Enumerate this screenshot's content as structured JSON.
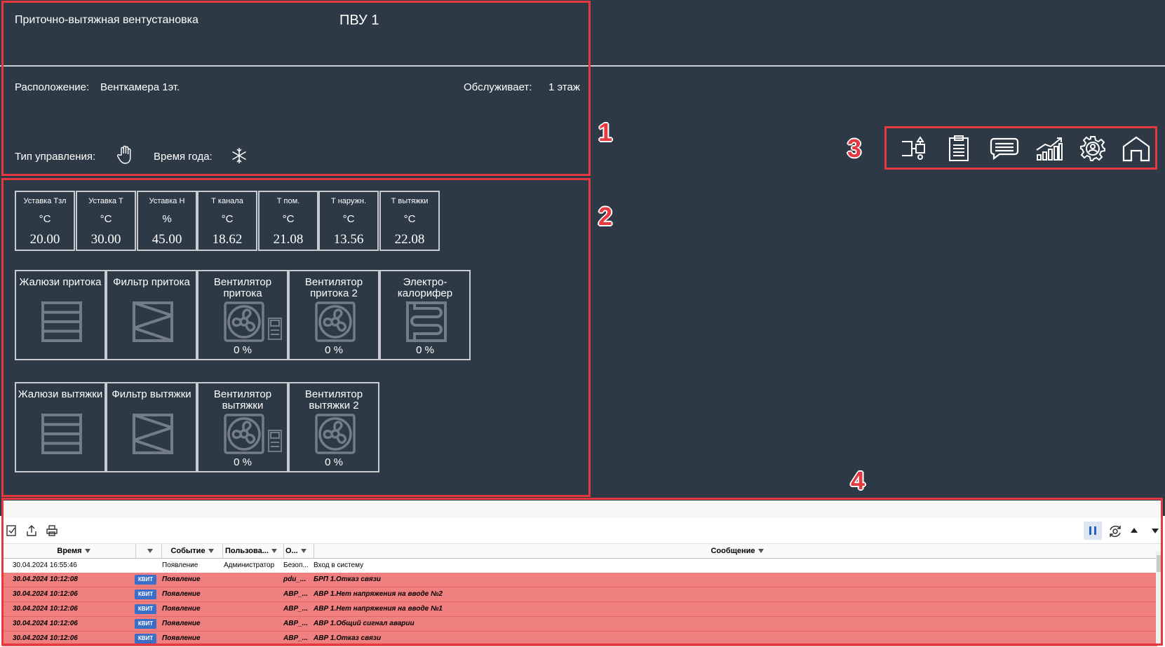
{
  "header": {
    "title": "Приточно-вытяжная вентустановка",
    "unit": "ПВУ 1",
    "location_label": "Расположение:",
    "location_value": "Венткамера 1эт.",
    "serves_label": "Обслуживает:",
    "serves_value": "1 этаж",
    "control_type_label": "Тип управления:",
    "control_type_icon": "hand-icon",
    "season_label": "Время года:",
    "season_icon": "snowflake-icon"
  },
  "markers": [
    "1",
    "2",
    "3",
    "4"
  ],
  "params": [
    {
      "label": "Уставка Тзл",
      "unit": "°C",
      "value": "20.00"
    },
    {
      "label": "Уставка Т",
      "unit": "°C",
      "value": "30.00"
    },
    {
      "label": "Уставка Н",
      "unit": "%",
      "value": "45.00"
    },
    {
      "label": "Т канала",
      "unit": "°C",
      "value": "18.62"
    },
    {
      "label": "Т пом.",
      "unit": "°C",
      "value": "21.08"
    },
    {
      "label": "Т наружн.",
      "unit": "°C",
      "value": "13.56"
    },
    {
      "label": "Т вытяжки",
      "unit": "°C",
      "value": "22.08"
    }
  ],
  "supply": [
    {
      "name": "Жалюзи притока",
      "icon": "damper-icon"
    },
    {
      "name": "Фильтр притока",
      "icon": "filter-icon"
    },
    {
      "name": "Вентилятор притока",
      "icon": "fan-icon",
      "value": "0 %"
    },
    {
      "name": "Вентилятор притока 2",
      "icon": "fan-icon",
      "value": "0 %"
    },
    {
      "name": "Электро-калорифер",
      "icon": "heater-icon",
      "value": "0 %"
    }
  ],
  "exhaust": [
    {
      "name": "Жалюзи вытяжки",
      "icon": "damper-icon"
    },
    {
      "name": "Фильтр вытяжки",
      "icon": "filter-icon"
    },
    {
      "name": "Вентилятор вытяжки",
      "icon": "fan-icon",
      "value": "0 %"
    },
    {
      "name": "Вентилятор вытяжки 2",
      "icon": "fan-icon",
      "value": "0 %"
    }
  ],
  "toolbar_icons": [
    "scheme-icon",
    "clipboard-icon",
    "messages-icon",
    "trend-chart-icon",
    "settings-icon",
    "home-icon"
  ],
  "log": {
    "toolbar_icons": [
      "acknowledge-icon",
      "export-icon",
      "print-icon",
      "pause-icon",
      "refresh-icon",
      "arrow-up-icon",
      "arrow-down-icon"
    ],
    "columns": [
      "Время",
      "",
      "Событие",
      "Пользова...",
      "О...",
      "Сообщение"
    ],
    "rows": [
      {
        "time": "30.04.2024 16:55:46",
        "ack": "",
        "event": "Появление",
        "user": "Администратор",
        "object": "Безоп...",
        "message": "Вход в систему",
        "alarm": false
      },
      {
        "time": "30.04.2024 10:12:08",
        "ack": "КВИТ",
        "event": "Появление",
        "user": "",
        "object": "pdu_...",
        "message": "БРП 1.Отказ связи",
        "alarm": true
      },
      {
        "time": "30.04.2024 10:12:06",
        "ack": "КВИТ",
        "event": "Появление",
        "user": "",
        "object": "АВР_...",
        "message": "АВР 1.Нет напряжения на вводе №2",
        "alarm": true
      },
      {
        "time": "30.04.2024 10:12:06",
        "ack": "КВИТ",
        "event": "Появление",
        "user": "",
        "object": "АВР_...",
        "message": "АВР 1.Нет напряжения на вводе №1",
        "alarm": true
      },
      {
        "time": "30.04.2024 10:12:06",
        "ack": "КВИТ",
        "event": "Появление",
        "user": "",
        "object": "АВР_...",
        "message": "АВР 1.Общий сигнал аварии",
        "alarm": true
      },
      {
        "time": "30.04.2024 10:12:06",
        "ack": "КВИТ",
        "event": "Появление",
        "user": "",
        "object": "АВР_...",
        "message": "АВР 1.Отказ связи",
        "alarm": true
      }
    ]
  }
}
